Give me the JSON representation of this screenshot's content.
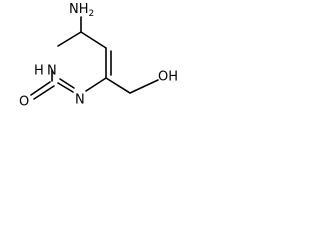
{
  "molecule": {
    "labels": {
      "amine": "NH",
      "amine_subscript": "2",
      "ring_nh": "H",
      "ring_nh_n": "N",
      "ring_n": "N",
      "oxo": "O",
      "hydroxyl": "OH"
    }
  }
}
